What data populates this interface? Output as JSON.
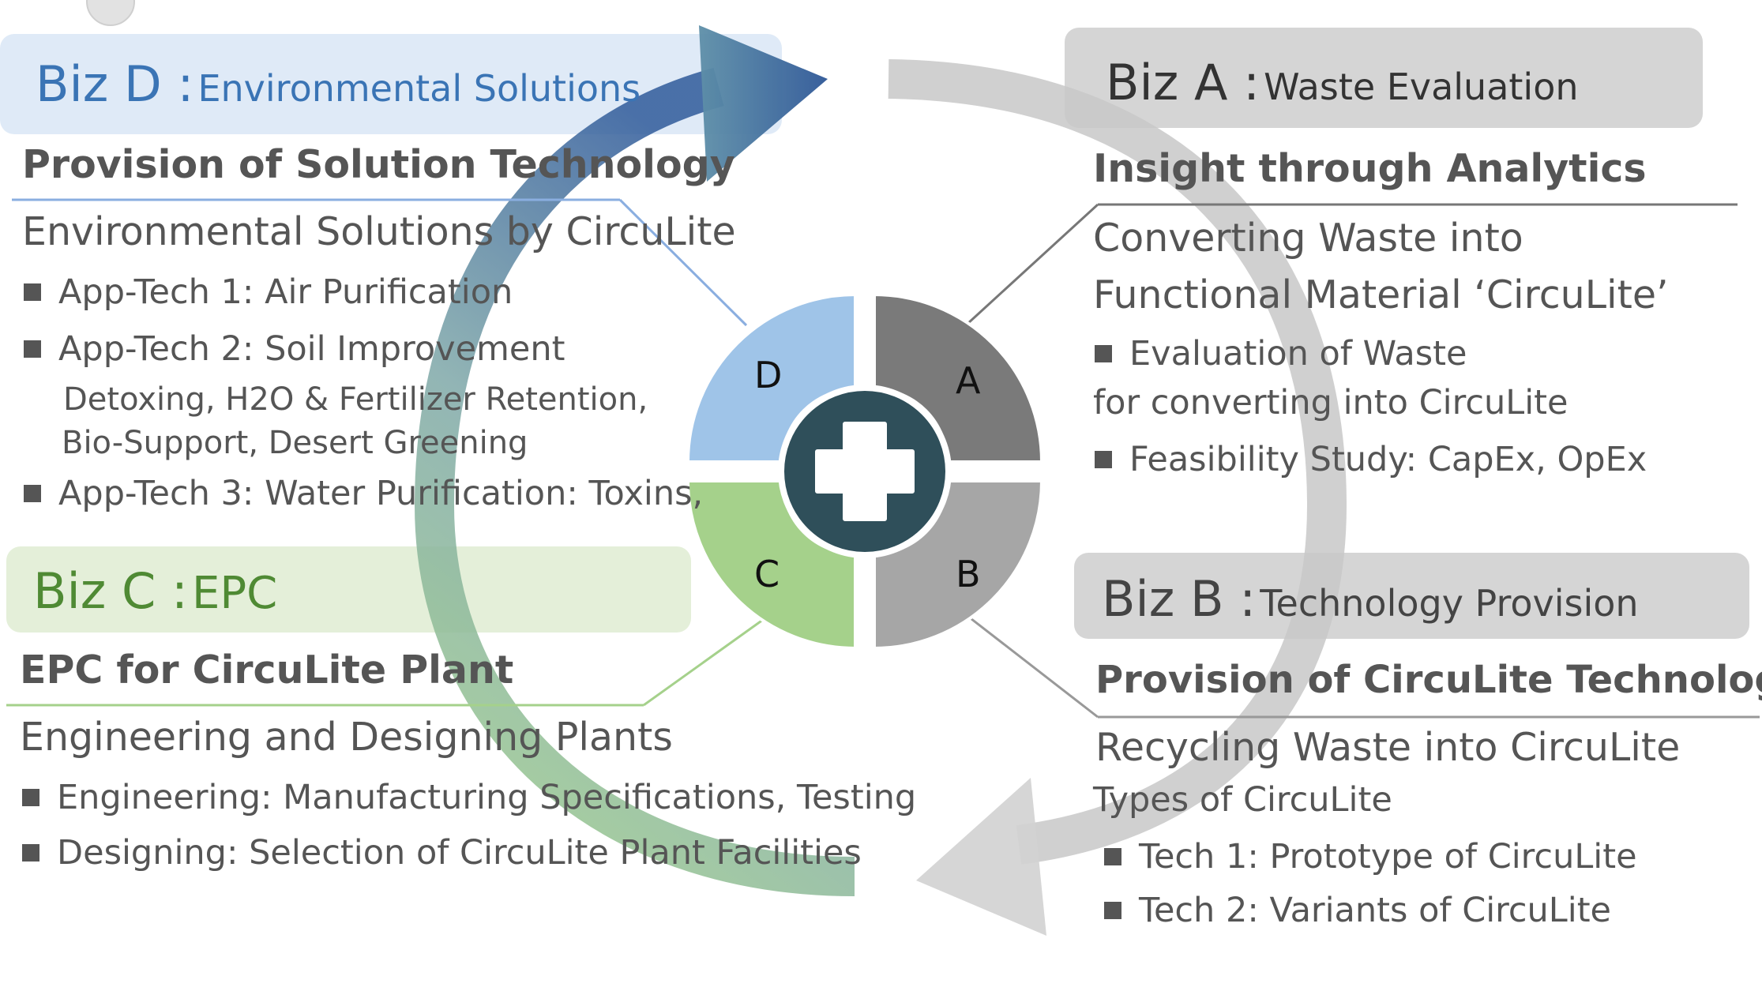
{
  "diagram": {
    "center_segments": {
      "a": "A",
      "b": "B",
      "c": "C",
      "d": "D"
    },
    "colors": {
      "biz_d": "#9fc4e8",
      "biz_a": "#7a7a7a",
      "biz_b": "#a6a6a6",
      "biz_c": "#a5d18b",
      "hub": "#2f4f5a"
    },
    "biz_d": {
      "prefix": "Biz D :",
      "title": "Environmental Solutions",
      "heading": "Provision of Solution Technology",
      "subheading": "Environmental Solutions by CircuLite",
      "items": [
        "App-Tech 1: Air Purification",
        "App-Tech 2: Soil Improvement",
        "App-Tech 3: Water Purification: Toxins,"
      ],
      "item2_details": [
        "Detoxing, H2O & Fertilizer Retention,",
        "Bio-Support, Desert Greening"
      ]
    },
    "biz_a": {
      "prefix": "Biz A :",
      "title": "Waste Evaluation",
      "heading": "Insight through Analytics",
      "subheading_lines": [
        "Converting Waste into",
        "Functional Material ‘CircuLite’"
      ],
      "item1_lines": [
        "Evaluation of Waste",
        "for converting into CircuLite"
      ],
      "item2": "Feasibility Study: CapEx, OpEx"
    },
    "biz_b": {
      "prefix": "Biz B :",
      "title": "Technology Provision",
      "heading": "Provision of CircuLite Technology",
      "subheading": "Recycling Waste into CircuLite",
      "types_label": "Types of CircuLite",
      "items": [
        "Tech 1: Prototype of CircuLite",
        "Tech 2: Variants of CircuLite"
      ]
    },
    "biz_c": {
      "prefix": "Biz C :",
      "title": "EPC",
      "heading": "EPC for CircuLite Plant",
      "subheading": "Engineering and Designing Plants",
      "items": [
        "Engineering: Manufacturing Specifications, Testing",
        "Designing: Selection of CircuLite Plant Facilities"
      ]
    }
  }
}
